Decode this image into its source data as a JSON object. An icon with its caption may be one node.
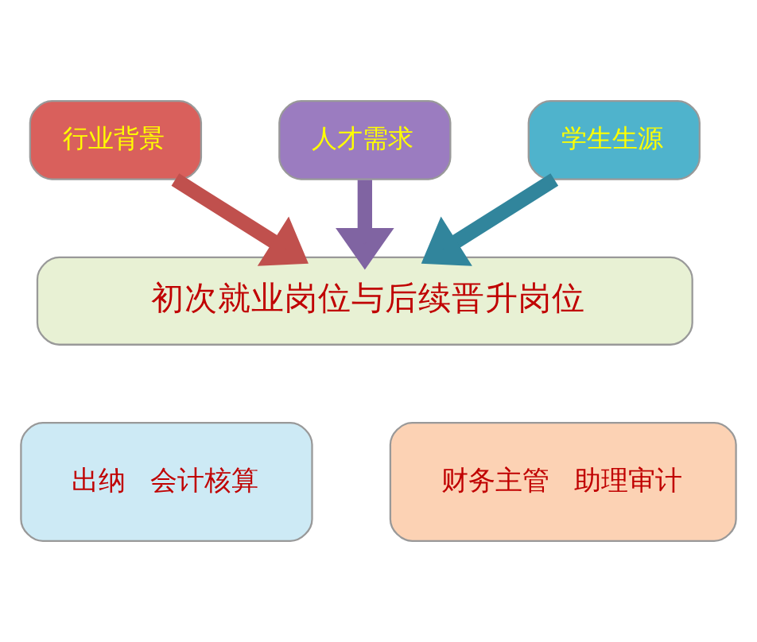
{
  "diagram": {
    "nodes": [
      {
        "text": [
          "行业背景"
        ]
      },
      {
        "text": [
          "人才需求"
        ]
      },
      {
        "text": [
          "学生生源"
        ]
      },
      {
        "text": [
          "初次就业岗位与后续晋升岗位"
        ]
      },
      {
        "text": [
          "出纳",
          "会计核算"
        ]
      },
      {
        "text": [
          "财务主管",
          "助理审计"
        ]
      }
    ],
    "edges": [
      {
        "from": 0,
        "to": 3,
        "arrow": "to",
        "color": "#c0504d"
      },
      {
        "from": 1,
        "to": 3,
        "arrow": "to",
        "color": "#8064a2"
      },
      {
        "from": 2,
        "to": 3,
        "arrow": "to",
        "color": "#31859c"
      }
    ]
  }
}
